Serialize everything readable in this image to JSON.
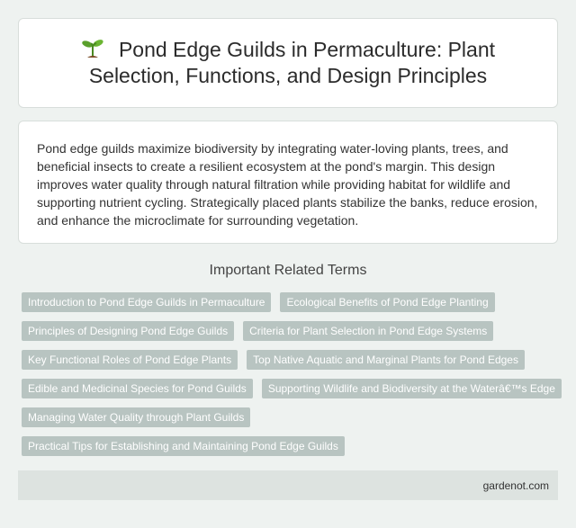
{
  "header": {
    "icon": "seedling-icon",
    "title": "Pond Edge Guilds in Permaculture: Plant Selection, Functions, and Design Principles"
  },
  "intro": {
    "text": "Pond edge guilds maximize biodiversity by integrating water-loving plants, trees, and beneficial insects to create a resilient ecosystem at the pond's margin. This design improves water quality through natural filtration while providing habitat for wildlife and supporting nutrient cycling. Strategically placed plants stabilize the banks, reduce erosion, and enhance the microclimate for surrounding vegetation."
  },
  "related": {
    "heading": "Important Related Terms",
    "tags": [
      "Introduction to Pond Edge Guilds in Permaculture",
      "Ecological Benefits of Pond Edge Planting",
      "Principles of Designing Pond Edge Guilds",
      "Criteria for Plant Selection in Pond Edge Systems",
      "Key Functional Roles of Pond Edge Plants",
      "Top Native Aquatic and Marginal Plants for Pond Edges",
      "Edible and Medicinal Species for Pond Guilds",
      "Supporting Wildlife and Biodiversity at the Waterâ€™s Edge",
      "Managing Water Quality through Plant Guilds",
      "Practical Tips for Establishing and Maintaining Pond Edge Guilds"
    ]
  },
  "footer": {
    "site": "gardenot.com"
  },
  "colors": {
    "page_background": "#eef2f0",
    "tag_background": "#b8c4c1",
    "footer_background": "#dde3e0"
  }
}
